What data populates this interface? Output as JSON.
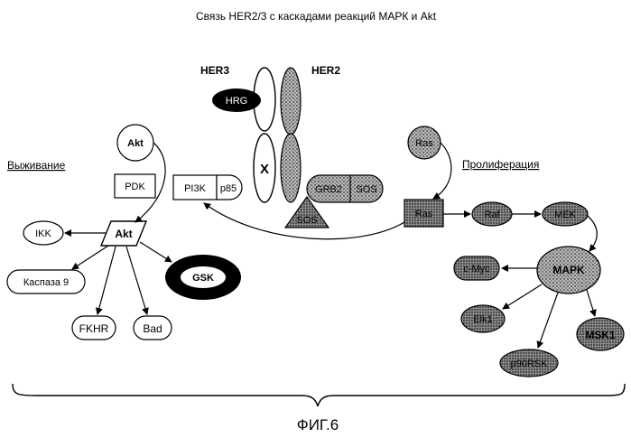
{
  "title": "Связь HER2/3 с каскадами реакций МАРК и Akt",
  "figure_label": "ФИГ.6",
  "sections": {
    "survival": "Выживание",
    "proliferation": "Пролиферация"
  },
  "receptors": {
    "her3": "HER3",
    "her2": "HER2",
    "hrg": "HRG",
    "dimer_x": "X"
  },
  "nodes": {
    "akt_top": "Akt",
    "pdk": "PDK",
    "pi3k": "PI3K",
    "p85": "p85",
    "akt_main": "Akt",
    "ikk": "IKK",
    "caspase9": "Каспаза 9",
    "gsk": "GSK",
    "fkhr": "FKHR",
    "bad": "Bad",
    "grb2": "GRB2",
    "sos_top": "SOS",
    "sos_bottom": "SOS",
    "ras_top": "Ras",
    "ras_box": "Ras",
    "raf": "Raf",
    "mek": "MEK",
    "mapk": "MAPK",
    "cmyc": "c-Myc",
    "elk1": "Elk1",
    "p90rsk": "p90RSK",
    "msk1": "MSK1"
  },
  "colors": {
    "ink": "#000000",
    "stipple": "#9a9a9a",
    "stipple_dark": "#6e6e6e",
    "paper": "#ffffff"
  }
}
